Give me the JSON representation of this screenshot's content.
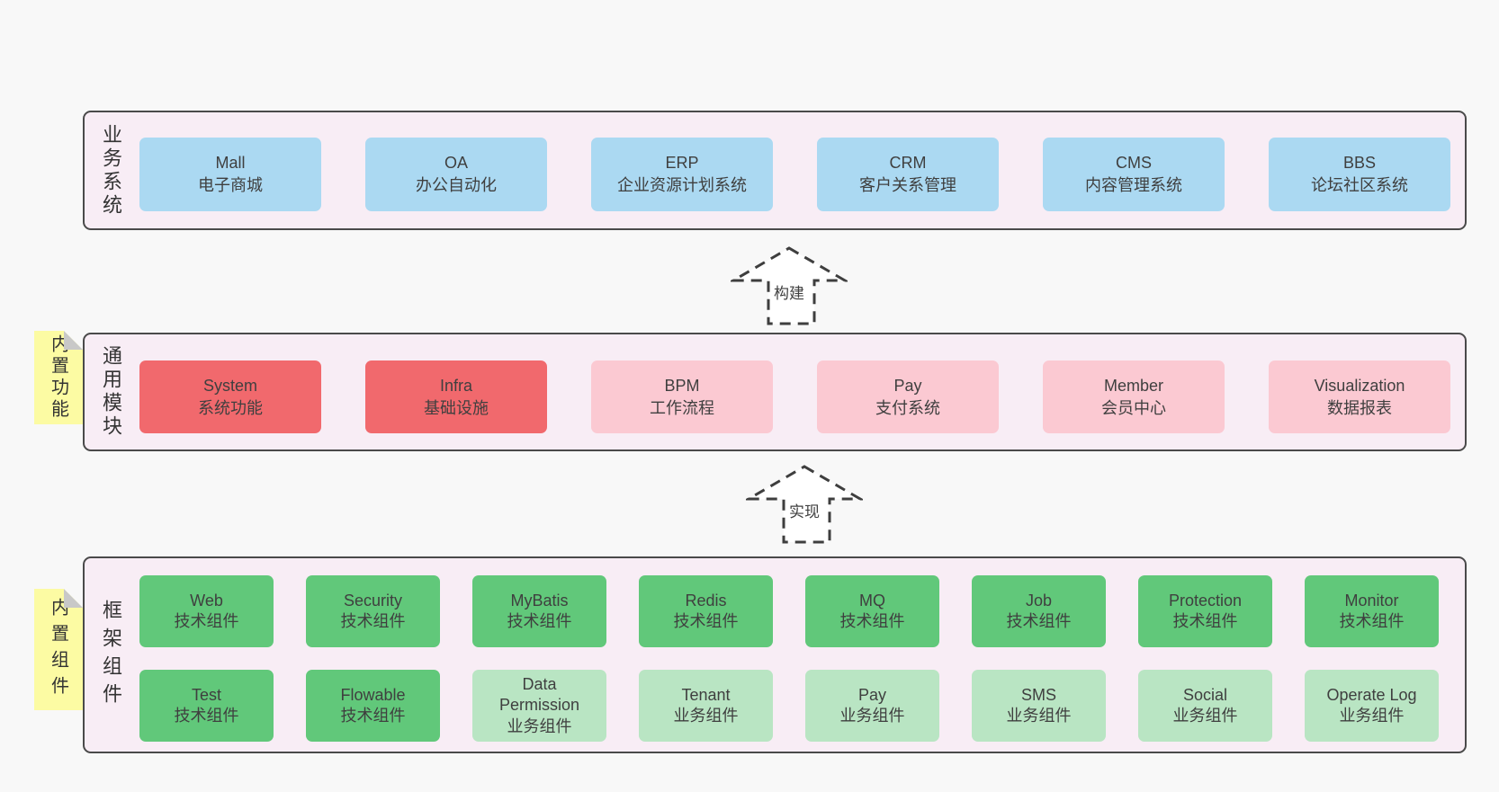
{
  "diagram": {
    "colors": {
      "background": "#f8f8f8",
      "band_fill": "#f8edf5",
      "band_border": "#4a4a4a",
      "blue_box": "#abd9f2",
      "red_box": "#f1696d",
      "pink_box": "#fbc9d2",
      "green_dark_box": "#61c87a",
      "green_light_box": "#b9e5c3",
      "note_yellow": "#fcfba3",
      "note_fold_gray": "#c8c8c8",
      "text": "#3f3f3f"
    },
    "bands": {
      "business": {
        "label": "业务系统",
        "boxes": [
          {
            "title": "Mall",
            "subtitle": "电子商城"
          },
          {
            "title": "OA",
            "subtitle": "办公自动化"
          },
          {
            "title": "ERP",
            "subtitle": "企业资源计划系统"
          },
          {
            "title": "CRM",
            "subtitle": "客户关系管理"
          },
          {
            "title": "CMS",
            "subtitle": "内容管理系统"
          },
          {
            "title": "BBS",
            "subtitle": "论坛社区系统"
          }
        ]
      },
      "modules": {
        "label": "通用模块",
        "note": "内置功能",
        "boxes": [
          {
            "title": "System",
            "subtitle": "系统功能"
          },
          {
            "title": "Infra",
            "subtitle": "基础设施"
          },
          {
            "title": "BPM",
            "subtitle": "工作流程"
          },
          {
            "title": "Pay",
            "subtitle": "支付系统"
          },
          {
            "title": "Member",
            "subtitle": "会员中心"
          },
          {
            "title": "Visualization",
            "subtitle": "数据报表"
          }
        ]
      },
      "framework": {
        "label": "框架组件",
        "note": "内置组件",
        "row1": [
          {
            "title": "Web",
            "subtitle": "技术组件"
          },
          {
            "title": "Security",
            "subtitle": "技术组件"
          },
          {
            "title": "MyBatis",
            "subtitle": "技术组件"
          },
          {
            "title": "Redis",
            "subtitle": "技术组件"
          },
          {
            "title": "MQ",
            "subtitle": "技术组件"
          },
          {
            "title": "Job",
            "subtitle": "技术组件"
          },
          {
            "title": "Protection",
            "subtitle": "技术组件"
          },
          {
            "title": "Monitor",
            "subtitle": "技术组件"
          }
        ],
        "row2": [
          {
            "title": "Test",
            "subtitle": "技术组件"
          },
          {
            "title": "Flowable",
            "subtitle": "技术组件"
          },
          {
            "title": "Data Permission",
            "subtitle": "业务组件"
          },
          {
            "title": "Tenant",
            "subtitle": "业务组件"
          },
          {
            "title": "Pay",
            "subtitle": "业务组件"
          },
          {
            "title": "SMS",
            "subtitle": "业务组件"
          },
          {
            "title": "Social",
            "subtitle": "业务组件"
          },
          {
            "title": "Operate Log",
            "subtitle": "业务组件"
          }
        ]
      }
    },
    "arrows": {
      "build": {
        "label": "构建"
      },
      "implement": {
        "label": "实现"
      }
    }
  }
}
